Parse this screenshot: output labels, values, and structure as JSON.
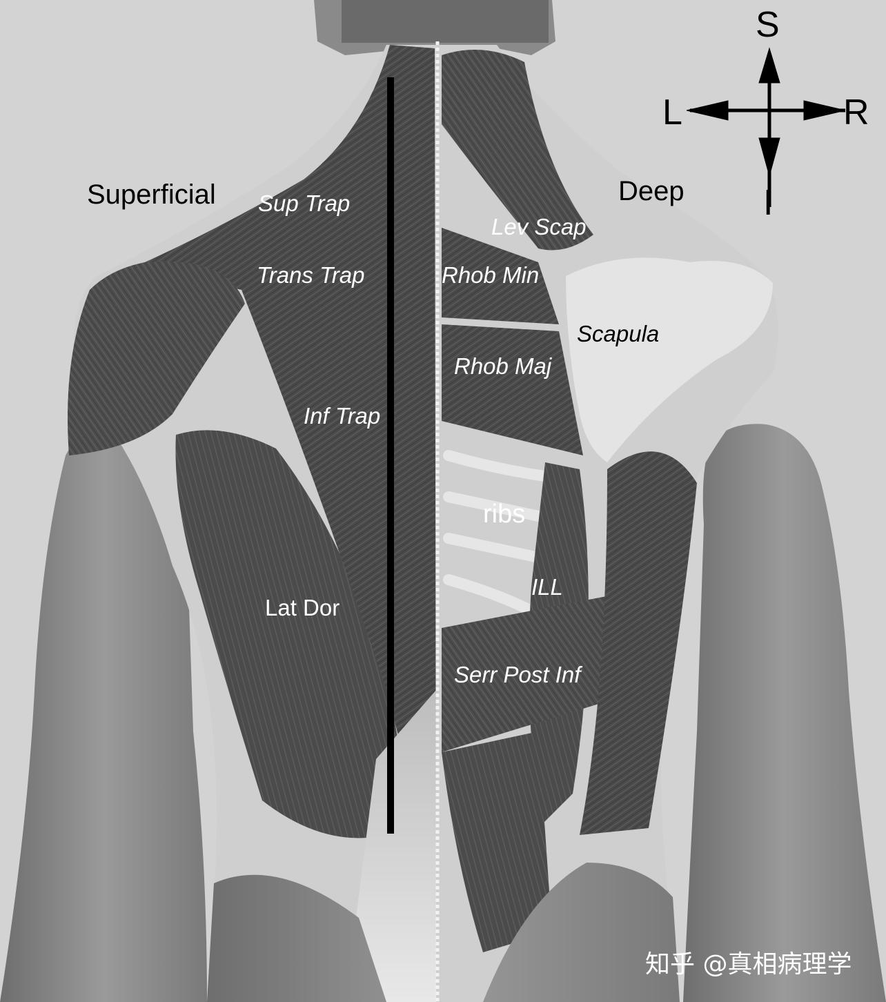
{
  "sections": {
    "left": "Superficial",
    "right": "Deep"
  },
  "compass": {
    "superior": "S",
    "inferior": "I",
    "left": "L",
    "right": "R"
  },
  "labels": {
    "sup_trap": "Sup Trap",
    "trans_trap": "Trans Trap",
    "inf_trap": "Inf Trap",
    "lat_dor": "Lat Dor",
    "lev_scap": "Lev Scap",
    "rhob_min": "Rhob Min",
    "rhob_maj": "Rhob Maj",
    "scapula": "Scapula",
    "ribs": "ribs",
    "ill": "ILL",
    "serr_post_inf": "Serr Post Inf"
  },
  "watermark": "知乎 @真相病理学",
  "colors": {
    "background": "#d3d3d3",
    "muscle": "#4e4e4e",
    "skin": "#8a8a8a",
    "bone": "#e2e2e2"
  }
}
